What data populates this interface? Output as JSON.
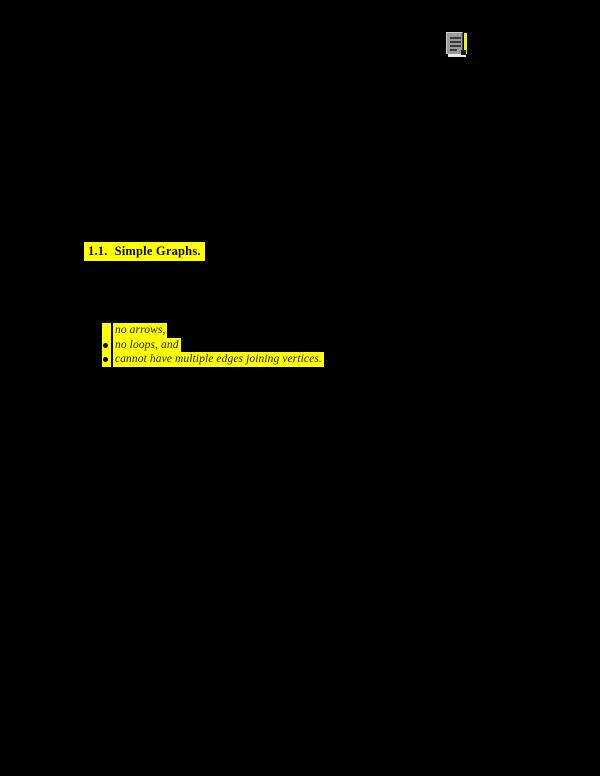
{
  "page": {
    "background_color": "#000000",
    "highlight_color": "#ffff00",
    "text_color_on_highlight": "#0a0a0a"
  },
  "toolbar": {
    "doc_icon_name": "document-notes-icon"
  },
  "content": {
    "section_heading": {
      "number": "1.1.",
      "title": "Simple Graphs."
    },
    "bullet_list": [
      {
        "bullet": "",
        "text": "no arrows,"
      },
      {
        "bullet": "•",
        "text": "no loops, and"
      },
      {
        "bullet": "•",
        "text": "cannot have multiple edges joining vertices."
      }
    ]
  }
}
